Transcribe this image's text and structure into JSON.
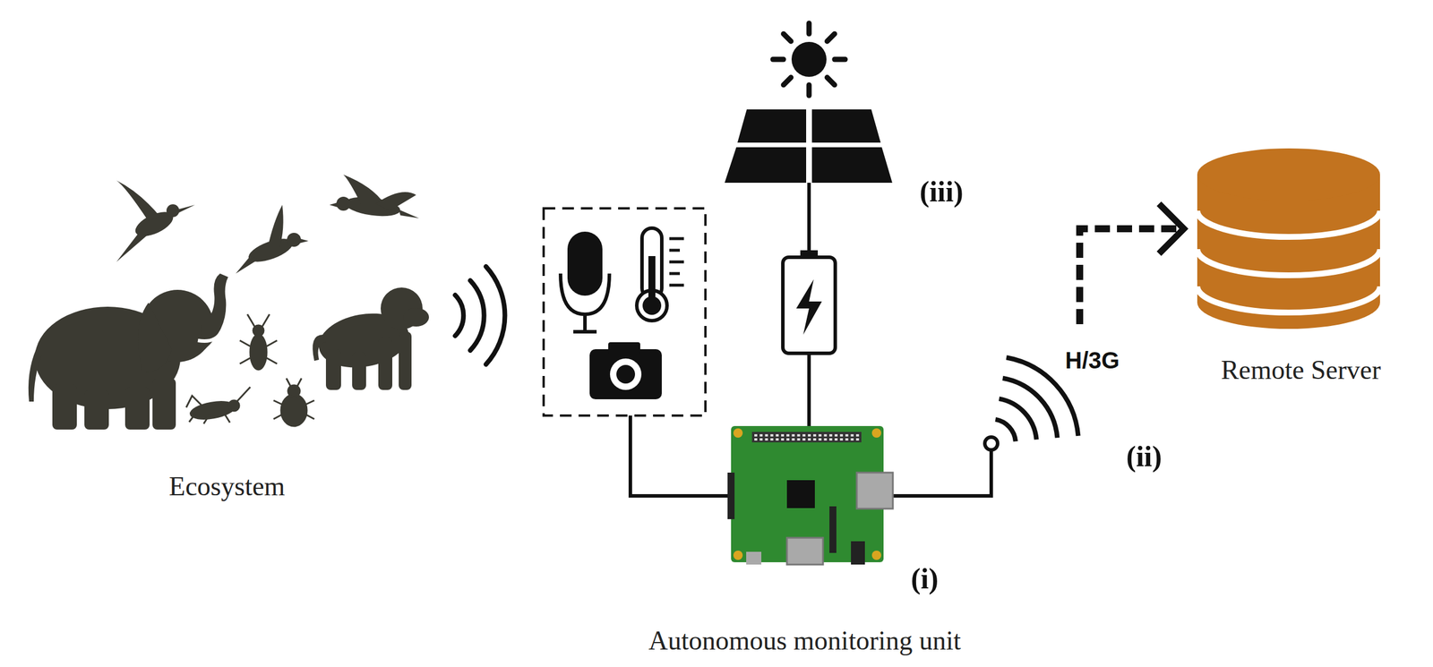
{
  "diagram": {
    "nodes": [
      {
        "text": [
          "Ecosystem"
        ]
      },
      {
        "text": [
          "Autonomous monitoring unit"
        ]
      },
      {
        "text": [
          "Remote Server"
        ]
      }
    ],
    "edges": [
      {
        "from": 1,
        "to": 2,
        "arrow": "to",
        "label": "H/3G"
      }
    ],
    "labels": [
      "(iii)",
      "(ii)",
      "(i)"
    ]
  }
}
